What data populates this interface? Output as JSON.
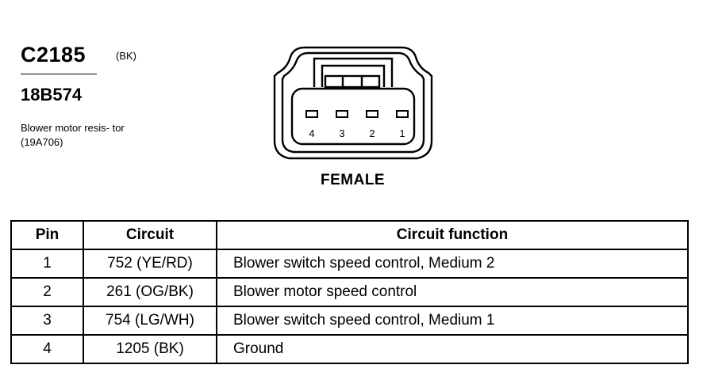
{
  "header": {
    "connector_id": "C2185",
    "color_code": "(BK)",
    "part_number": "18B574",
    "description": "Blower motor resis- tor (19A706)"
  },
  "diagram": {
    "gender": "FEMALE",
    "pin_labels": [
      "4",
      "3",
      "2",
      "1"
    ]
  },
  "table": {
    "headers": [
      "Pin",
      "Circuit",
      "Circuit function"
    ],
    "rows": [
      {
        "pin": "1",
        "circuit": "752 (YE/RD)",
        "function": "Blower switch speed control, Medium 2"
      },
      {
        "pin": "2",
        "circuit": "261 (OG/BK)",
        "function": "Blower motor speed control"
      },
      {
        "pin": "3",
        "circuit": "754 (LG/WH)",
        "function": "Blower switch speed control, Medium 1"
      },
      {
        "pin": "4",
        "circuit": "1205 (BK)",
        "function": "Ground"
      }
    ]
  }
}
